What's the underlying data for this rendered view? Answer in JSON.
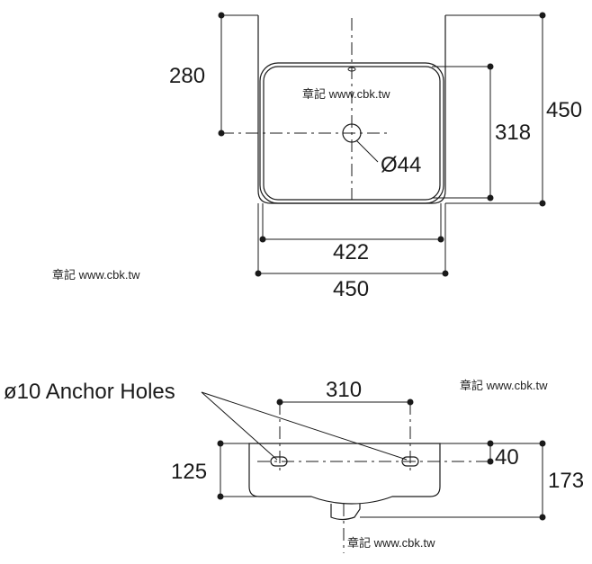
{
  "top_view": {
    "dim_280": "280",
    "dim_450_height": "450",
    "dim_318": "318",
    "dim_hole": "Ø44",
    "dim_422": "422",
    "dim_450_width": "450"
  },
  "side_view": {
    "anchor_label": "ø10 Anchor Holes",
    "dim_310": "310",
    "dim_40": "40",
    "dim_125": "125",
    "dim_173": "173"
  },
  "watermarks": {
    "wm1": "章記 www.cbk.tw",
    "wm2": "章記 www.cbk.tw",
    "wm3": "章記 www.cbk.tw",
    "wm4": "章記 www.cbk.tw"
  }
}
